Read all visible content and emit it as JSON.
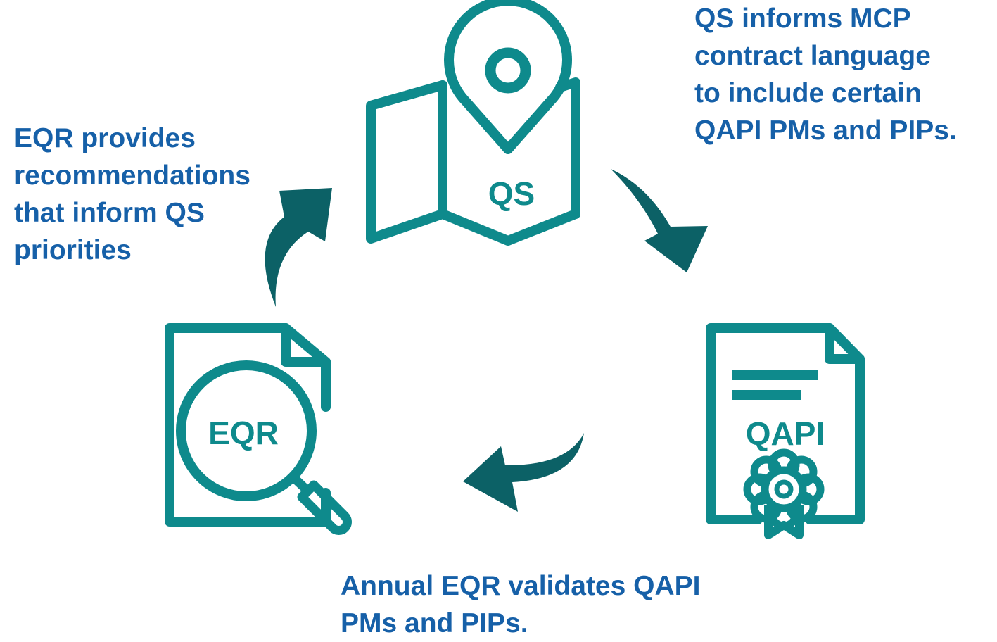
{
  "colors": {
    "icon_teal": "#0e8a8c",
    "arrow_teal": "#0c6166",
    "caption_blue": "#1660a8"
  },
  "nodes": {
    "qs": {
      "label": "QS",
      "icon": "map-with-location-pin-icon"
    },
    "qapi": {
      "label": "QAPI",
      "icon": "certificate-document-icon"
    },
    "eqr": {
      "label": "EQR",
      "icon": "document-magnifier-icon"
    }
  },
  "arrows": [
    {
      "from": "qs",
      "to": "qapi",
      "icon": "curved-arrow-icon"
    },
    {
      "from": "qapi",
      "to": "eqr",
      "icon": "curved-arrow-icon"
    },
    {
      "from": "eqr",
      "to": "qs",
      "icon": "curved-arrow-icon"
    }
  ],
  "captions": {
    "qs_to_qapi": [
      "QS informs MCP",
      "contract language",
      "to include certain",
      "QAPI PMs and PIPs."
    ],
    "eqr_to_qs": [
      "EQR provides",
      "recommendations",
      "that inform QS",
      "priorities"
    ],
    "qapi_to_eqr": [
      "Annual EQR validates QAPI",
      "PMs and PIPs."
    ]
  }
}
